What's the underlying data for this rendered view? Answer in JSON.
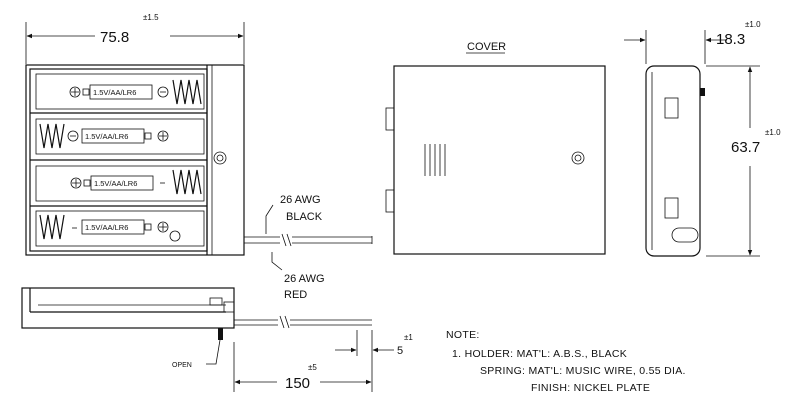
{
  "dimensions": {
    "width": {
      "value": "75.8",
      "tol": "±1.5"
    },
    "depth": {
      "value": "18.3",
      "tol": "±1.0"
    },
    "height": {
      "value": "63.7",
      "tol": "±1.0"
    },
    "wire_length": {
      "value": "150",
      "tol": "±5"
    },
    "strip_length": {
      "value": "5",
      "tol": "±1"
    }
  },
  "labels": {
    "cover": "COVER",
    "open": "OPEN",
    "wire_black_1": "26 AWG",
    "wire_black_2": "BLACK",
    "wire_red_1": "26 AWG",
    "wire_red_2": "RED"
  },
  "cells": [
    {
      "label": "1.5V/AA/LR6"
    },
    {
      "label": "1.5V/AA/LR6"
    },
    {
      "label": "1.5V/AA/LR6"
    },
    {
      "label": "1.5V/AA/LR6"
    }
  ],
  "notes": {
    "title": "NOTE:",
    "line1": "1.  HOLDER:  MAT'L:  A.B.S.,  BLACK",
    "line2": "SPRING:  MAT'L:  MUSIC  WIRE,   0.55 DIA.",
    "line3": "FINISH:  NICKEL  PLATE"
  },
  "polarity": {
    "plus": "⊕",
    "minus": "⊖"
  }
}
